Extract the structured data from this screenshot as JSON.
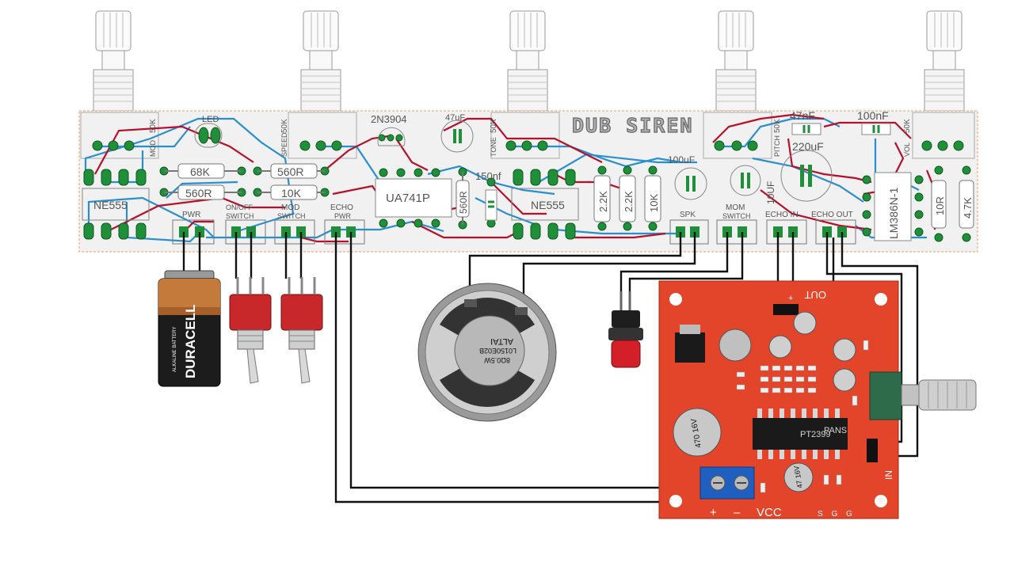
{
  "title": "DUB SIREN",
  "pot_labels": [
    "50K",
    "50K",
    "50K",
    "50K",
    "50K"
  ],
  "pot_names": [
    "MOD",
    "SPEED",
    "TONE",
    "PITCH",
    "VOL"
  ],
  "components": {
    "led": "LED",
    "transistor": "2N3904",
    "cap_47uf": "47uF",
    "cap_150nf": "150nf",
    "cap_47nf": "47nF",
    "cap_100nf": "100nF",
    "cap_220uf": "220uF",
    "cap_100uf": "100uF",
    "cap_10uf": "10UF",
    "r_68k": "68K",
    "r_560r_a": "560R",
    "r_560r_b": "560R",
    "r_10k": "10K",
    "r_560r_v": "560R",
    "r_22k_a": "2.2K",
    "r_22k_b": "2.2K",
    "r_10k_v": "10K",
    "r_10r": "10R",
    "r_47k": "4.7K",
    "ic_ne555_a": "NE555",
    "ic_ne555_b": "NE555",
    "ic_ua741": "UA741P",
    "ic_lm386": "LM386N-1"
  },
  "connectors": {
    "pwr": "PWR",
    "onoff_1": "ON/OFF",
    "onoff_2": "SWITCH",
    "mod_1": "MOD",
    "mod_2": "SWITCH",
    "echo_pwr_1": "ECHO",
    "echo_pwr_2": "PWR",
    "spk": "SPK",
    "mom_1": "MOM",
    "mom_2": "SWITCH",
    "echo_in": "ECHO IN",
    "echo_out": "ECHO OUT"
  },
  "battery": {
    "brand": "DURACELL",
    "sub": "ALKALINE BATTERY"
  },
  "speaker": {
    "line1": "ALTAI",
    "line2": "L0150E02B",
    "line3": "8Ω0.5W"
  },
  "module": {
    "out": "OUT",
    "in": "IN",
    "vcc": "VCC",
    "plus": "+",
    "minus": "–",
    "pins_out": "+",
    "bottom_pins": "S G G",
    "chip": "PT2399",
    "cap_big": "470 16V",
    "cap_small": "47 16V",
    "brand": "PANS"
  },
  "colors": {
    "pcb_bg": "#f1f1f1",
    "pcb_border": "#f0a060",
    "trace_red": "#b8102a",
    "trace_blue": "#2a8fd0",
    "pad_green": "#1f8f3a",
    "module_red": "#e2452a",
    "wire": "#111111"
  }
}
